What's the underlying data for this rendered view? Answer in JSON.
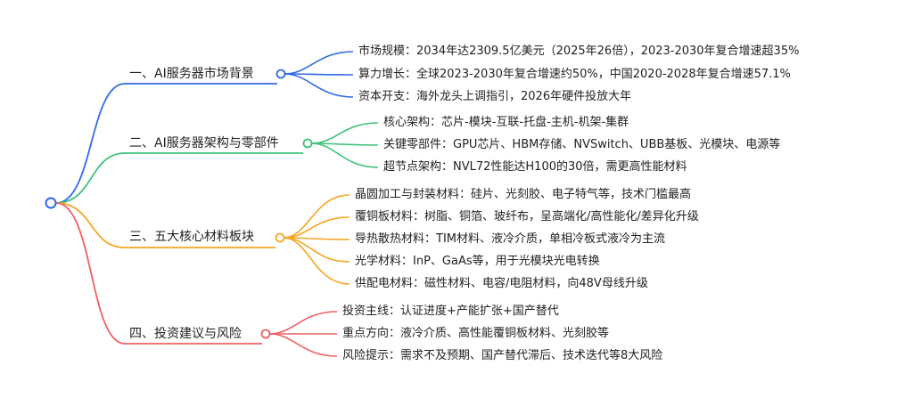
{
  "branches": [
    {
      "label": "一、AI服务器市场背景",
      "color": "#2f6be8",
      "children": [
        "市场规模：2034年达2309.5亿美元（2025年26倍），2023-2030年复合增速超35%",
        "算力增长：全球2023-2030年复合增速约50%，中国2020-2028年复合增速57.1%",
        "资本开支：海外龙头上调指引，2026年硬件投放大年"
      ]
    },
    {
      "label": "二、AI服务器架构与零部件",
      "color": "#3fc27a",
      "children": [
        "核心架构：芯片-模块-互联-托盘-主机-机架-集群",
        "关键零部件：GPU芯片、HBM存储、NVSwitch、UBB基板、光模块、电源等",
        "超节点架构：NVL72性能达H100的30倍，需更高性能材料"
      ]
    },
    {
      "label": "三、五大核心材料板块",
      "color": "#f5a623",
      "children": [
        "晶圆加工与封装材料：硅片、光刻胶、电子特气等，技术门槛最高",
        "覆铜板材料：树脂、铜箔、玻纤布，呈高端化/高性能化/差异化升级",
        "导热散热材料：TIM材料、液冷介质，单相冷板式液冷为主流",
        "光学材料：InP、GaAs等，用于光模块光电转换",
        "供配电材料：磁性材料、电容/电阻材料，向48V母线升级"
      ]
    },
    {
      "label": "四、投资建议与风险",
      "color": "#f06060",
      "children": [
        "投资主线：认证进度+产能扩张+国产替代",
        "重点方向：液冷介质、高性能覆铜板材料、光刻胶等",
        "风险提示：需求不及预期、国产替代滞后、技术迭代等8大风险"
      ]
    }
  ]
}
